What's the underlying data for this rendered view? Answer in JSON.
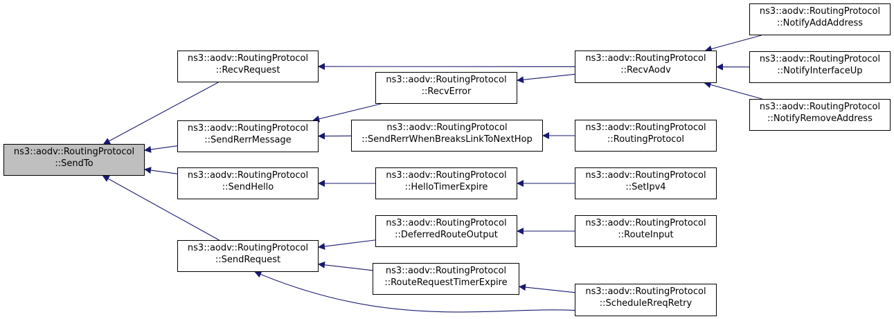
{
  "graph": {
    "edge_color": "#191970",
    "root_fill": "#bfbfbf",
    "nodes": {
      "send_to": {
        "line1": "ns3::aodv::RoutingProtocol",
        "line2": "::SendTo"
      },
      "recv_request": {
        "line1": "ns3::aodv::RoutingProtocol",
        "line2": "::RecvRequest"
      },
      "send_rerr_message": {
        "line1": "ns3::aodv::RoutingProtocol",
        "line2": "::SendRerrMessage"
      },
      "send_hello": {
        "line1": "ns3::aodv::RoutingProtocol",
        "line2": "::SendHello"
      },
      "send_request": {
        "line1": "ns3::aodv::RoutingProtocol",
        "line2": "::SendRequest"
      },
      "recv_error": {
        "line1": "ns3::aodv::RoutingProtocol",
        "line2": "::RecvError"
      },
      "send_rerr_when_breaks": {
        "line1": "ns3::aodv::RoutingProtocol",
        "line2": "::SendRerrWhenBreaksLinkToNextHop"
      },
      "hello_timer_expire": {
        "line1": "ns3::aodv::RoutingProtocol",
        "line2": "::HelloTimerExpire"
      },
      "deferred_route_output": {
        "line1": "ns3::aodv::RoutingProtocol",
        "line2": "::DeferredRouteOutput"
      },
      "route_request_timer_expire": {
        "line1": "ns3::aodv::RoutingProtocol",
        "line2": "::RouteRequestTimerExpire"
      },
      "recv_aodv": {
        "line1": "ns3::aodv::RoutingProtocol",
        "line2": "::RecvAodv"
      },
      "routing_protocol": {
        "line1": "ns3::aodv::RoutingProtocol",
        "line2": "::RoutingProtocol"
      },
      "set_ipv4": {
        "line1": "ns3::aodv::RoutingProtocol",
        "line2": "::SetIpv4"
      },
      "route_input": {
        "line1": "ns3::aodv::RoutingProtocol",
        "line2": "::RouteInput"
      },
      "schedule_rreq_retry": {
        "line1": "ns3::aodv::RoutingProtocol",
        "line2": "::ScheduleRreqRetry"
      },
      "notify_add_address": {
        "line1": "ns3::aodv::RoutingProtocol",
        "line2": "::NotifyAddAddress"
      },
      "notify_interface_up": {
        "line1": "ns3::aodv::RoutingProtocol",
        "line2": "::NotifyInterfaceUp"
      },
      "notify_remove_address": {
        "line1": "ns3::aodv::RoutingProtocol",
        "line2": "::NotifyRemoveAddress"
      }
    },
    "edges": [
      [
        "recv_request",
        "send_to"
      ],
      [
        "send_rerr_message",
        "send_to"
      ],
      [
        "send_hello",
        "send_to"
      ],
      [
        "send_request",
        "send_to"
      ],
      [
        "recv_aodv",
        "recv_request"
      ],
      [
        "recv_error",
        "send_rerr_message"
      ],
      [
        "send_rerr_when_breaks",
        "send_rerr_message"
      ],
      [
        "hello_timer_expire",
        "send_hello"
      ],
      [
        "deferred_route_output",
        "send_request"
      ],
      [
        "route_request_timer_expire",
        "send_request"
      ],
      [
        "schedule_rreq_retry",
        "send_request"
      ],
      [
        "recv_aodv",
        "recv_error"
      ],
      [
        "routing_protocol",
        "send_rerr_when_breaks"
      ],
      [
        "set_ipv4",
        "hello_timer_expire"
      ],
      [
        "route_input",
        "deferred_route_output"
      ],
      [
        "schedule_rreq_retry",
        "route_request_timer_expire"
      ],
      [
        "notify_add_address",
        "recv_aodv"
      ],
      [
        "notify_interface_up",
        "recv_aodv"
      ],
      [
        "notify_remove_address",
        "recv_aodv"
      ]
    ]
  }
}
